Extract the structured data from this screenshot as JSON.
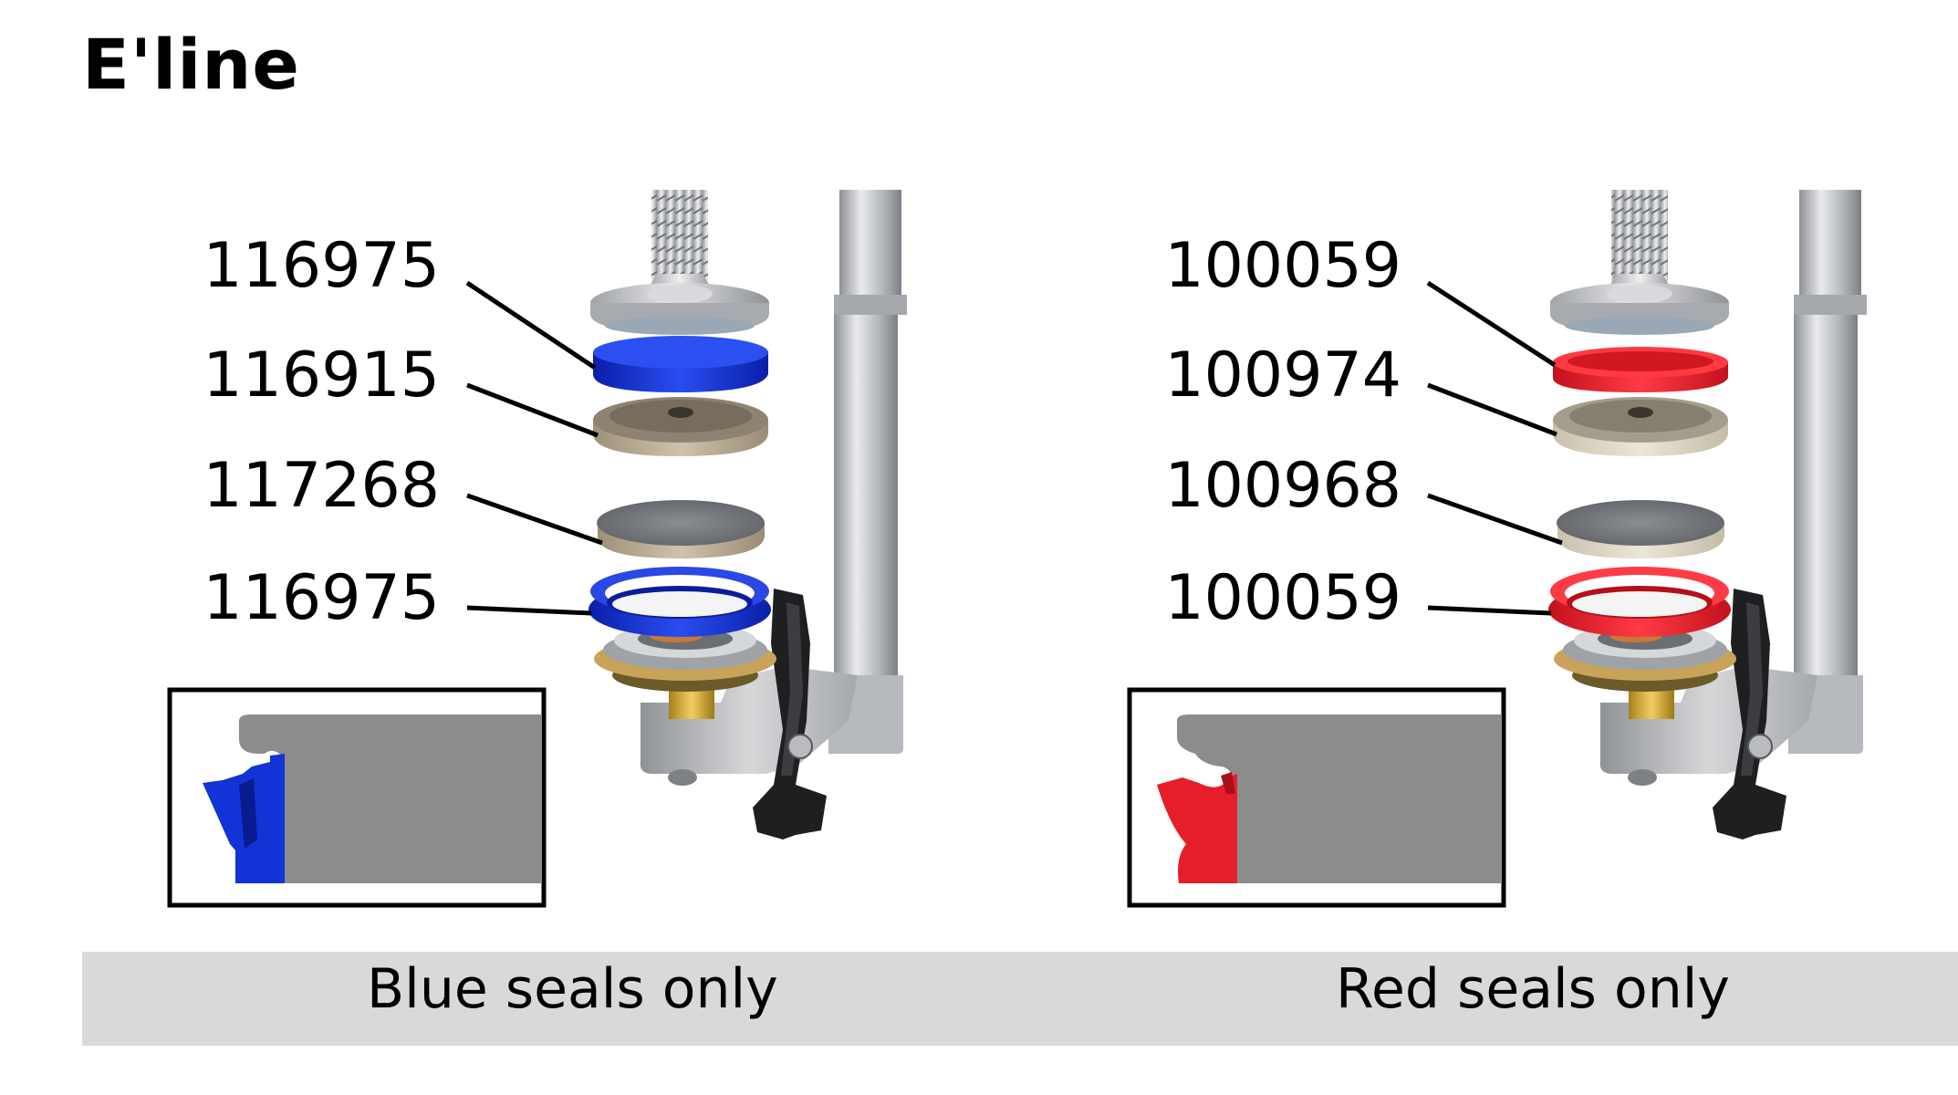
{
  "title": "E'line",
  "left_panel": {
    "labels": [
      "116975",
      "116915",
      "117268",
      "116975"
    ],
    "caption": "Blue seals only",
    "seal_color": "#1233d6"
  },
  "right_panel": {
    "labels": [
      "100059",
      "100974",
      "100968",
      "100059"
    ],
    "caption": "Red seals only",
    "seal_color": "#e61e2b"
  },
  "colors": {
    "footer_bg": "#d9d9d9",
    "metal": "#c4c6c9",
    "disc": "#b9aa92",
    "pad": "#7b7e83",
    "bracket": "#222222",
    "section": "#8c8c8c"
  }
}
